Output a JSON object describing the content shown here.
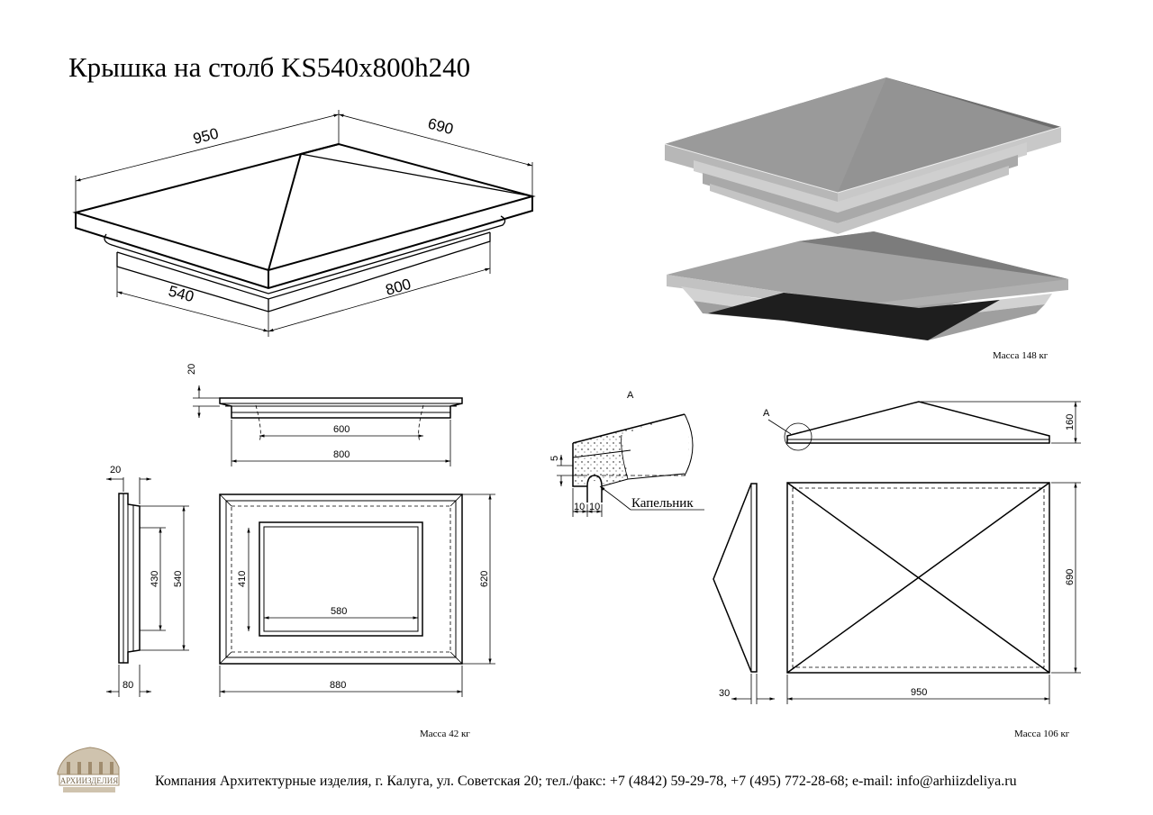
{
  "title": "Крышка на столб KS540x800h240",
  "iso_dims": {
    "d950": "950",
    "d690": "690",
    "d540": "540",
    "d800": "800"
  },
  "top_view_dims": {
    "d20": "20",
    "d600": "600",
    "d800": "800"
  },
  "side_view_dims": {
    "d20": "20",
    "d430": "430",
    "d540": "540",
    "d80": "80"
  },
  "base_plan_dims": {
    "d410": "410",
    "d580": "580",
    "d620": "620",
    "d880": "880",
    "mass": "Масса 42 кг"
  },
  "detail": {
    "label": "А",
    "d5": "5",
    "d10a": "10",
    "d10b": "10",
    "drip_label": "Капельник"
  },
  "cap_elev_dims": {
    "label": "А",
    "d160": "160"
  },
  "cap_plan_dims": {
    "d30": "30",
    "d950": "950",
    "d690": "690",
    "mass": "Масса 106 кг"
  },
  "render_mass": "Масса 148 кг",
  "logo": {
    "text": "АРХИИЗДЕЛИЯ"
  },
  "footer": "Компания Архитектурные изделия, г. Калуга, ул. Советская 20; тел./факс: +7 (4842) 59-29-78, +7 (495) 772-28-68; e-mail: info@arhiizdeliya.ru",
  "colors": {
    "line": "#000000",
    "render_top": "#8e8e8e",
    "render_side": "#bdbdbd",
    "render_dark": "#1e1e1e",
    "logo": "#a08c6e"
  }
}
